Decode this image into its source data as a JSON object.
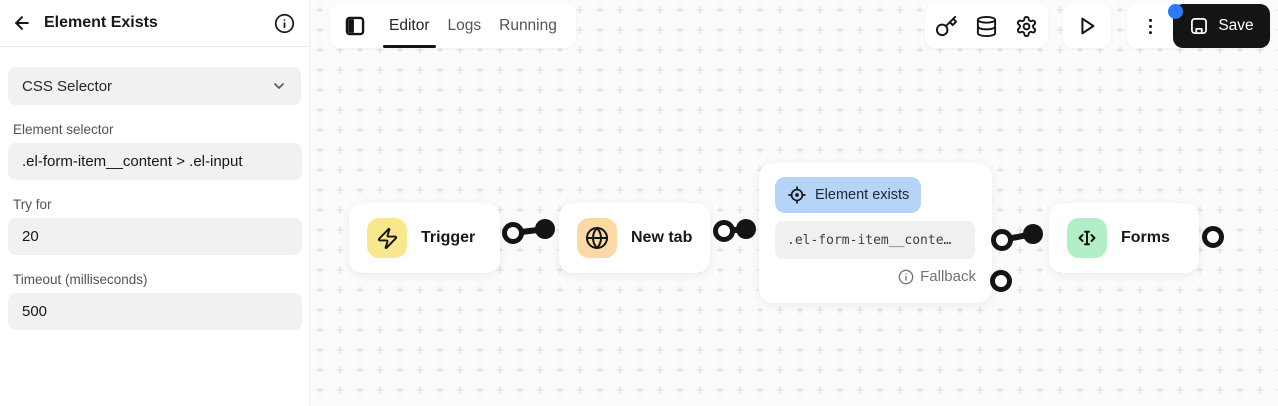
{
  "sidebar": {
    "title": "Element Exists",
    "selector_type": "CSS Selector",
    "fields": [
      {
        "label": "Element selector",
        "value": ".el-form-item__content > .el-input"
      },
      {
        "label": "Try for",
        "value": "20"
      },
      {
        "label": "Timeout (milliseconds)",
        "value": "500"
      }
    ]
  },
  "topbar": {
    "tabs": [
      {
        "label": "Editor"
      },
      {
        "label": "Logs"
      },
      {
        "label": "Running"
      }
    ],
    "active_tab": "Editor",
    "save_label": "Save"
  },
  "workflow": {
    "nodes": [
      {
        "id": "trigger",
        "label": "Trigger",
        "icon": "zap-icon"
      },
      {
        "id": "new-tab",
        "label": "New tab",
        "icon": "globe-icon"
      },
      {
        "id": "element-exists",
        "badge": "Element exists",
        "icon": "locate-icon",
        "selector": ".el-form-item__conte…",
        "fallback": "Fallback"
      },
      {
        "id": "forms",
        "label": "Forms",
        "icon": "text-cursor-icon"
      }
    ]
  },
  "colors": {
    "trigger_icon_bg": "#f9e78e",
    "new_tab_icon_bg": "#fbd8a4",
    "element_exists_badge_bg": "#b6d3f8",
    "forms_icon_bg": "#b2eec8",
    "save_button_bg": "#141414",
    "notification_dot": "#2b7af7",
    "canvas_bg": "#fbfbfb",
    "input_bg": "#f1f1f2"
  }
}
